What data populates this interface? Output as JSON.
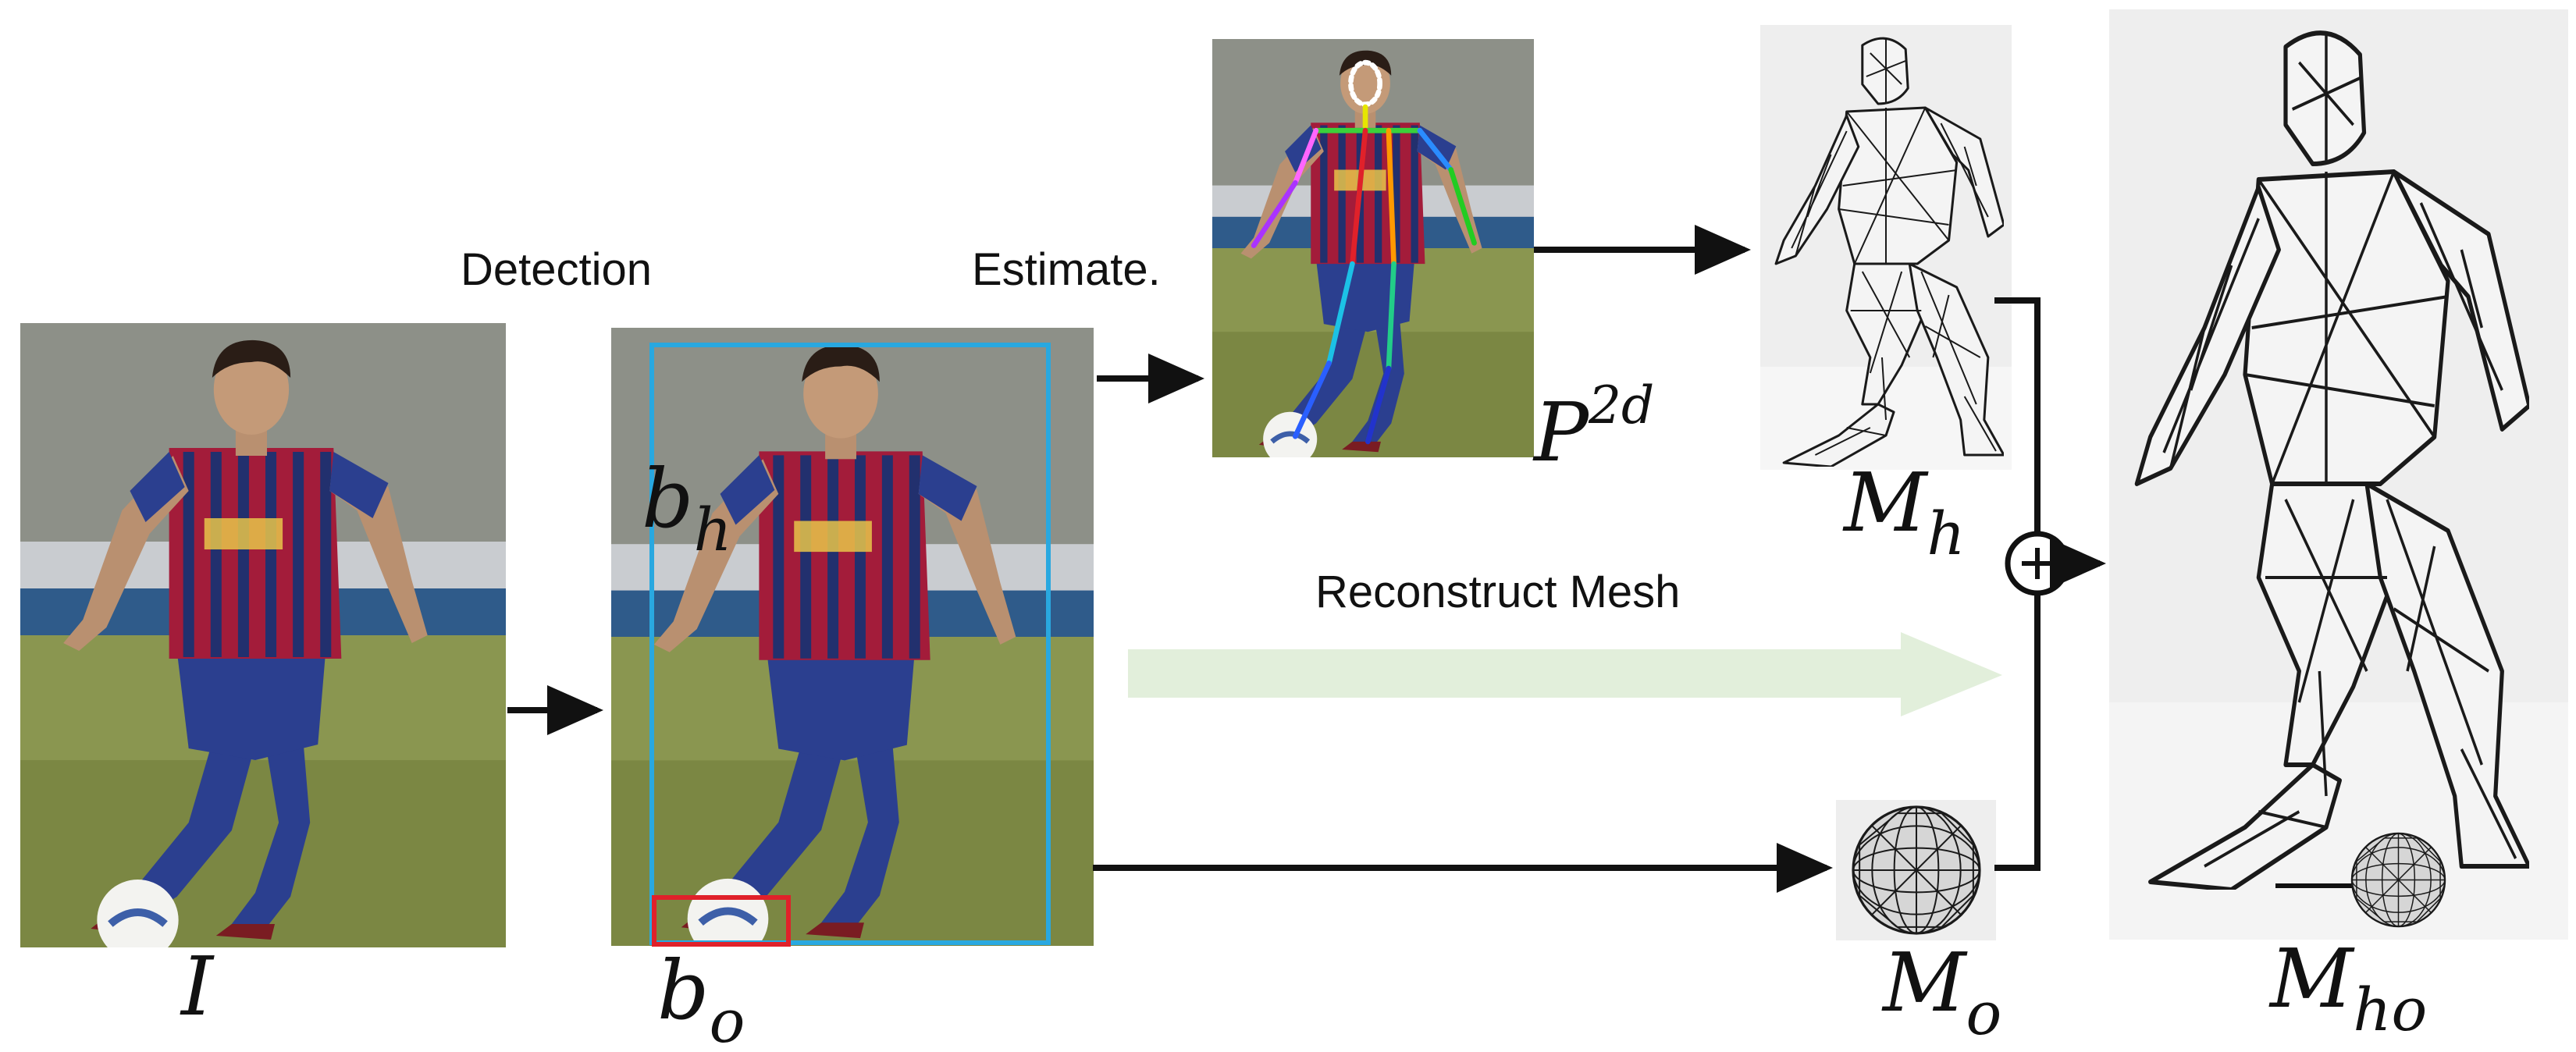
{
  "labels": {
    "detection": "Detection",
    "estimate": "Estimate.",
    "reconstruct": "Reconstruct Mesh",
    "combine_symbol": "+"
  },
  "symbols": {
    "input_image": {
      "base": "I",
      "sub": "",
      "sup": ""
    },
    "human_box": {
      "base": "b",
      "sub": "h",
      "sup": ""
    },
    "object_box": {
      "base": "b",
      "sub": "o",
      "sup": ""
    },
    "pose_2d": {
      "base": "P",
      "sub": "",
      "sup": "2d"
    },
    "human_mesh": {
      "base": "M",
      "sub": "h",
      "sup": ""
    },
    "object_mesh": {
      "base": "M",
      "sub": "o",
      "sup": ""
    },
    "combined_mesh": {
      "base": "M",
      "sub": "ho",
      "sup": ""
    }
  },
  "colors": {
    "human_box": "#29a8e0",
    "object_box": "#e0212a",
    "reconstruct_arrow": "#e2efdb",
    "arrows": "#111111",
    "jersey_red": "#b0203a",
    "jersey_blue": "#2b3f8f",
    "grass": "#7d8a45"
  },
  "icons": {
    "photo": "soccer-player-photo",
    "pose": "pose-skeleton-overlay",
    "mesh_human": "human-wireframe-mesh",
    "mesh_object": "ball-wireframe-mesh",
    "combine": "plus-circle-icon"
  }
}
